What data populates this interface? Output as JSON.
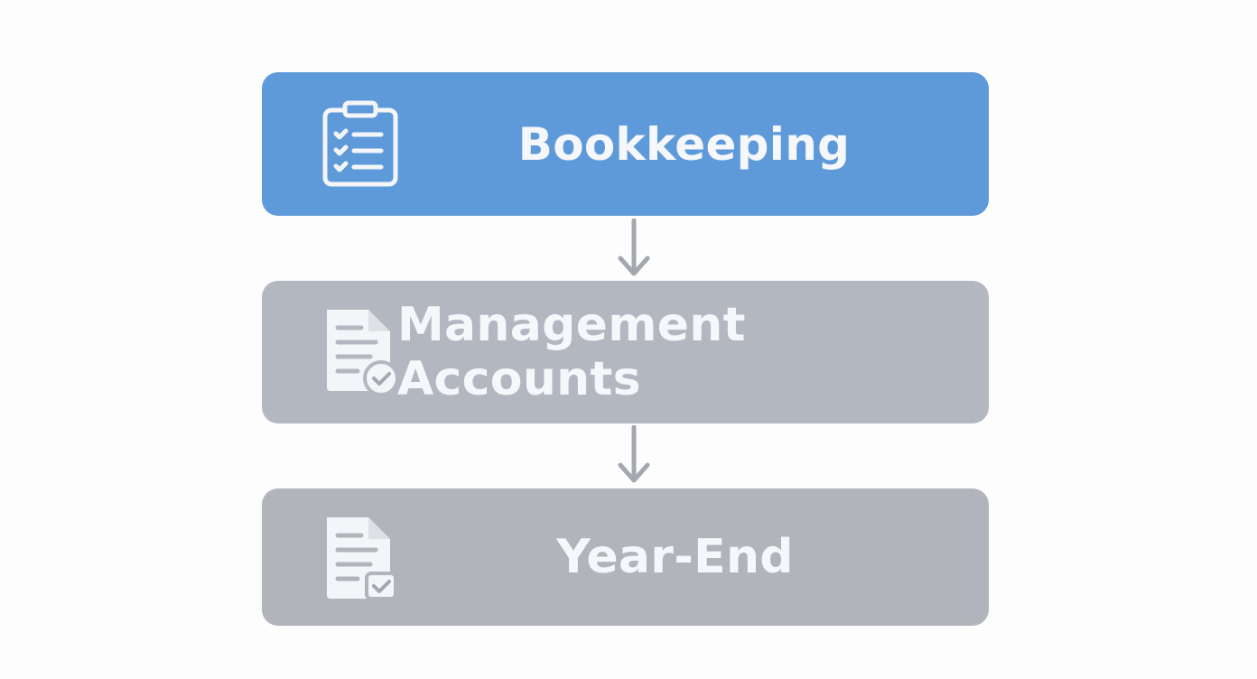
{
  "diagram": {
    "steps": [
      {
        "label": "Bookkeeping",
        "icon": "clipboard-checklist-icon",
        "color": "#5e9ad9"
      },
      {
        "label": "Management Accounts",
        "icon": "document-check-icon",
        "color": "#b3b7bf"
      },
      {
        "label": "Year-End",
        "icon": "document-check-icon",
        "color": "#b1b4ba"
      }
    ],
    "connector_color": "#a3a7ae",
    "icon_color": "#f3f5f8"
  }
}
